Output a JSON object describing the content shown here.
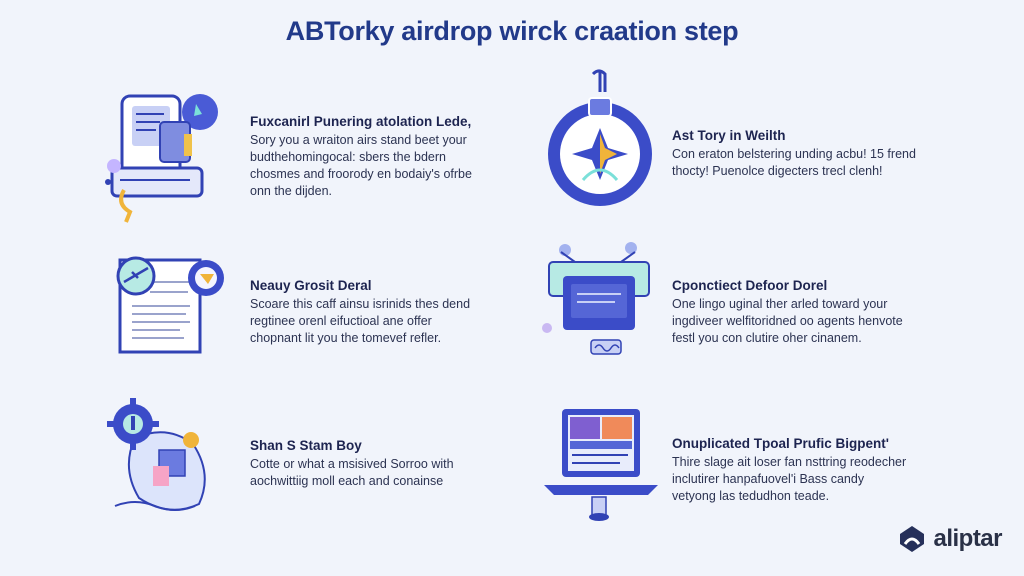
{
  "title": "ABTorky airdrop wirck craation step",
  "steps": [
    {
      "title": "Fuxcanirl Punering atolation Lede,",
      "lines": [
        "Sory you a wraiton airs stand beet your",
        "budthehomingocal: sbers the bdern",
        "chosmes and froorody en bodaiy's ofrbe",
        "onn the dijden."
      ]
    },
    {
      "title": "Ast Tory in Weilth",
      "lines": [
        "Con eraton belstering unding acbu! 15 frend",
        "thocty! Puenolce digecters trecl clenh!"
      ]
    },
    {
      "title": "Neauy Grosit Deral",
      "lines": [
        "Scoare this caff ainsu isrinids thes dend",
        "regtinee orenl eifuctioal ane offer",
        "chopnant lit you the tomevef refler."
      ]
    },
    {
      "title": "Cponctiect Defoor Dorel",
      "lines": [
        "One lingo uginal ther arled toward your",
        "ingdiveer welfitoridned oo agents henvote",
        "festl you con clutire oher cinanem."
      ]
    },
    {
      "title": "Shan S Stam Boy",
      "lines": [
        "Cotte or what a msisived Sorroo with",
        "aochwittiig moll each and conainse"
      ]
    },
    {
      "title": "Onuplicated Tpoal Prufic Bigpent'",
      "lines": [
        "Thire slage ait loser fan nsttring reodecher",
        "inclutirer hanpafuovel'i Bass candy",
        "vetyong las tedudhon teade."
      ]
    }
  ],
  "brand": {
    "name": "aliptar",
    "logo": "brand-logo-icon"
  },
  "colors": {
    "accent": "#3b4cc8",
    "title": "#223a8a",
    "background": "#f1f4fb"
  }
}
